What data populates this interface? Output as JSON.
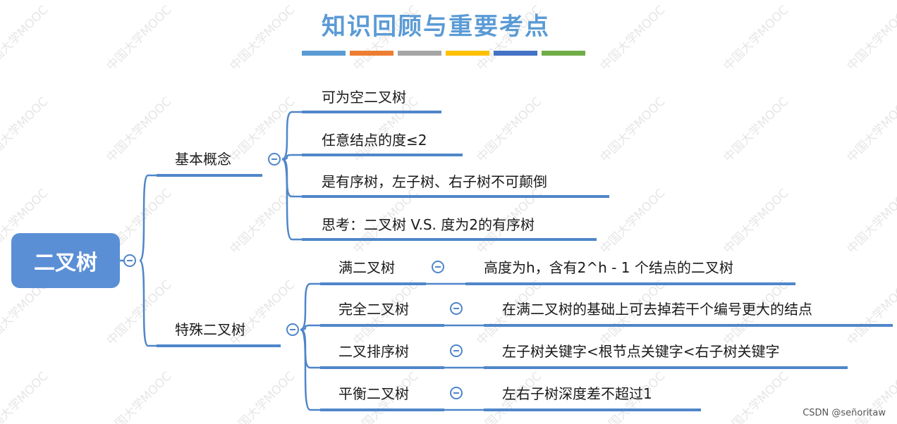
{
  "title": "知识回顾与重要考点",
  "color_bars": [
    "#5b9bd5",
    "#ed7d31",
    "#a5a5a5",
    "#ffc000",
    "#4472c4",
    "#70ad47"
  ],
  "line_color": "#4f86c9",
  "root": {
    "label": "二叉树"
  },
  "branches": [
    {
      "label": "基本概念",
      "children": [
        {
          "label": "可为空二叉树"
        },
        {
          "label": "任意结点的度≤2"
        },
        {
          "label": "是有序树，左子树、右子树不可颠倒"
        },
        {
          "label": "思考：二叉树 V.S. 度为2的有序树"
        }
      ]
    },
    {
      "label": "特殊二叉树",
      "children": [
        {
          "label": "满二叉树",
          "detail": "高度为h，含有2^h - 1 个结点的二叉树"
        },
        {
          "label": "完全二叉树",
          "detail": "在满二叉树的基础上可去掉若干个编号更大的结点"
        },
        {
          "label": "二叉排序树",
          "detail": "左子树关键字<根节点关键字<右子树关键字"
        },
        {
          "label": "平衡二叉树",
          "detail": "左右子树深度差不超过1"
        }
      ]
    }
  ],
  "watermark": "中国大学MOOC",
  "credit": "CSDN @señoritaw"
}
